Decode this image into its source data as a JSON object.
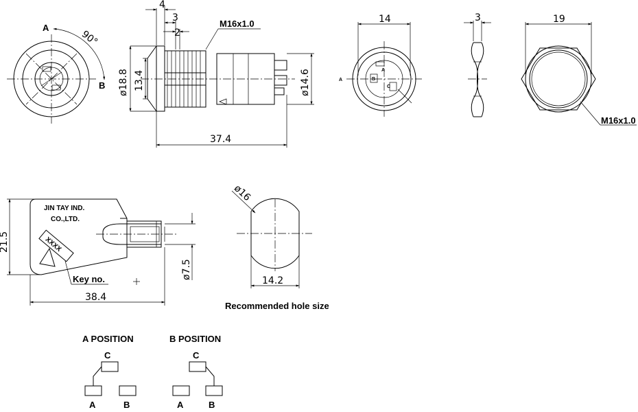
{
  "front_view": {
    "label_a": "A",
    "label_b": "B",
    "angle": "90°"
  },
  "side_view": {
    "dim_4": "4",
    "dim_3": "3",
    "dim_2": "2",
    "thread": "M16x1.0",
    "dim_outer_dia": "ø18.8",
    "dim_inner": "13.4",
    "dim_body_dia": "ø14.6",
    "dim_length": "37.4"
  },
  "rear_view": {
    "dim_width": "14",
    "label_a": "A",
    "label_b": "B",
    "label_c": "C",
    "side_mark": "A"
  },
  "washer_view": {
    "dim_thickness": "3"
  },
  "nut_view": {
    "dim_width": "19",
    "thread": "M16x1.0"
  },
  "key_view": {
    "brand_line1": "JIN TAY IND.",
    "brand_line2": "CO.,LTD.",
    "key_code": "XXXX",
    "key_no_label": "Key no.",
    "dim_height": "21.5",
    "dim_length": "38.4",
    "dim_dia": "ø7.5"
  },
  "hole_view": {
    "dim_dia": "ø16",
    "dim_width": "14.2",
    "caption": "Recommended hole size"
  },
  "positions": [
    {
      "title": "A POSITION",
      "top": "C",
      "left": "A",
      "right": "B"
    },
    {
      "title": "B POSITION",
      "top": "C",
      "left": "A",
      "right": "B"
    }
  ]
}
